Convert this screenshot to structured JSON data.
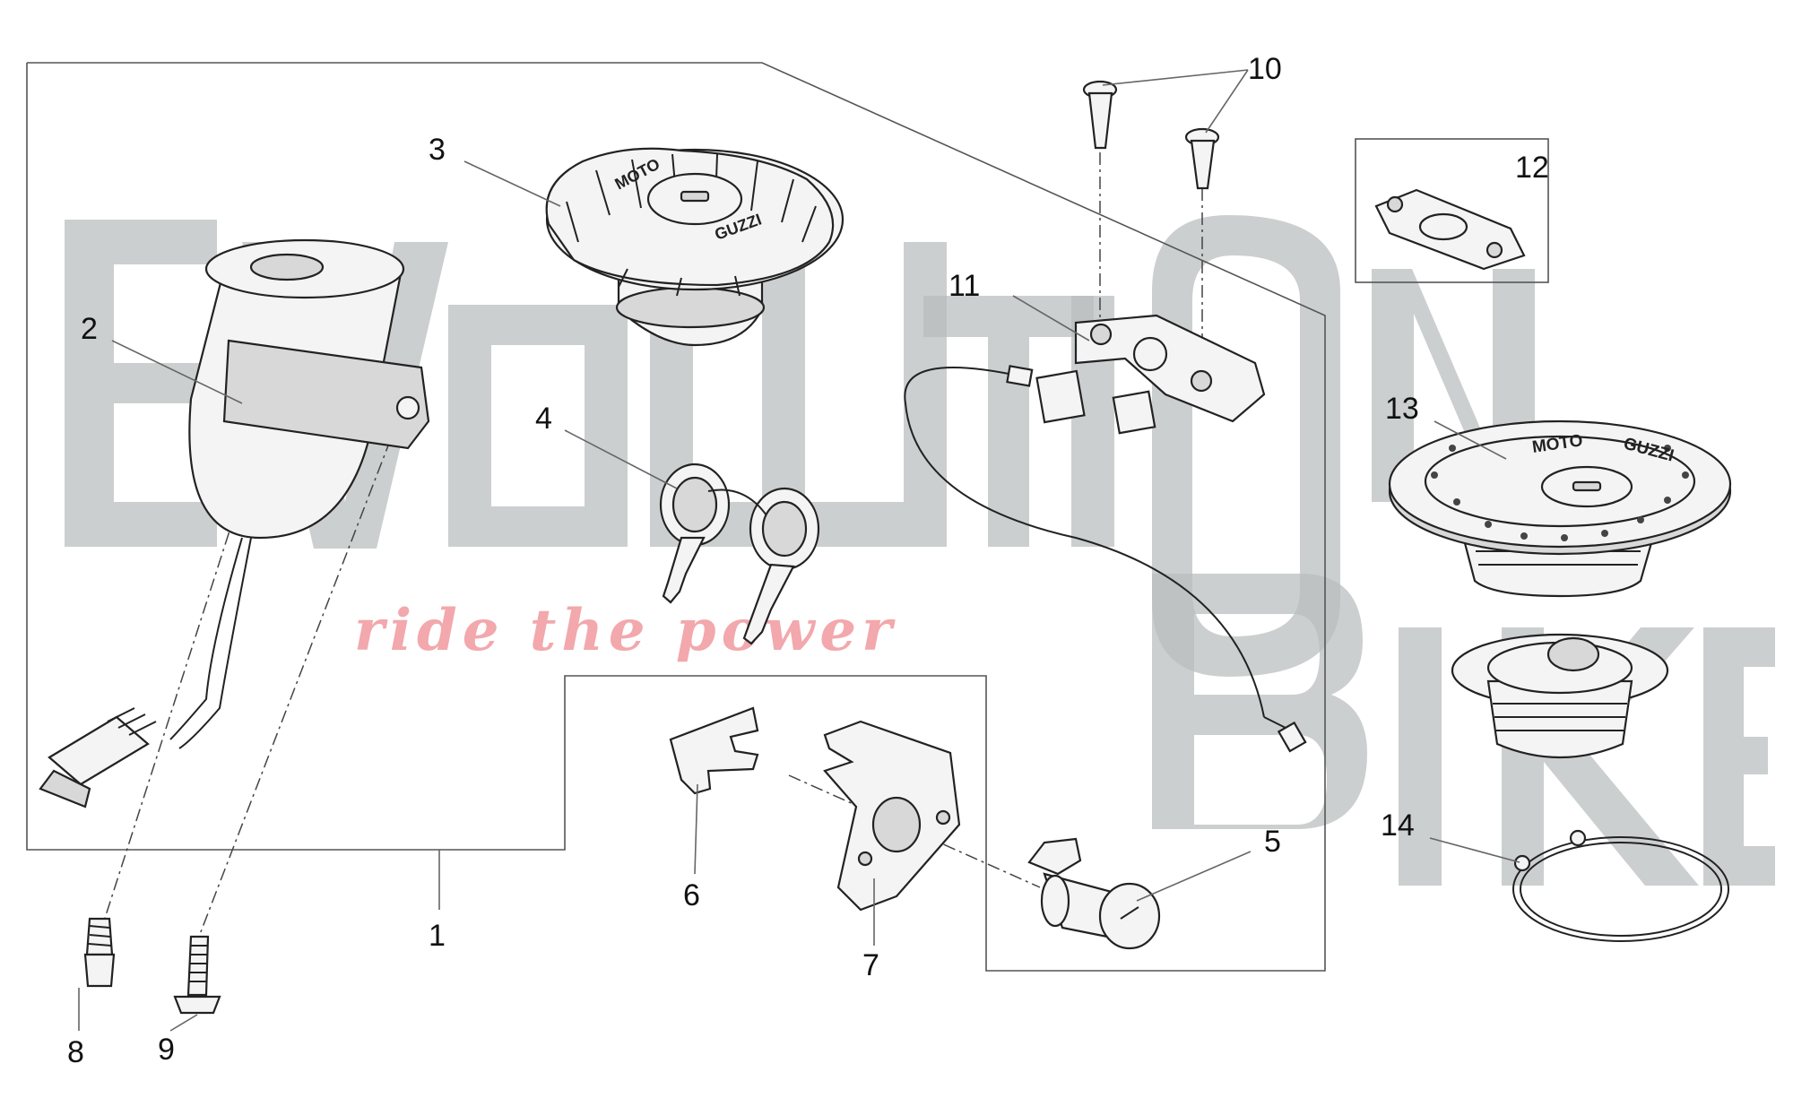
{
  "watermark": {
    "brand_line1": "EvolutiOn",
    "brand_line2": "Bike",
    "tagline": "ride the power"
  },
  "callouts": {
    "c1": "1",
    "c2": "2",
    "c3": "3",
    "c4": "4",
    "c5": "5",
    "c6": "6",
    "c7": "7",
    "c8": "8",
    "c9": "9",
    "c10": "10",
    "c11": "11",
    "c12": "12",
    "c13": "13",
    "c14": "14"
  },
  "cap_text": {
    "moto": "MOTO",
    "guzzi": "GUZZI"
  }
}
